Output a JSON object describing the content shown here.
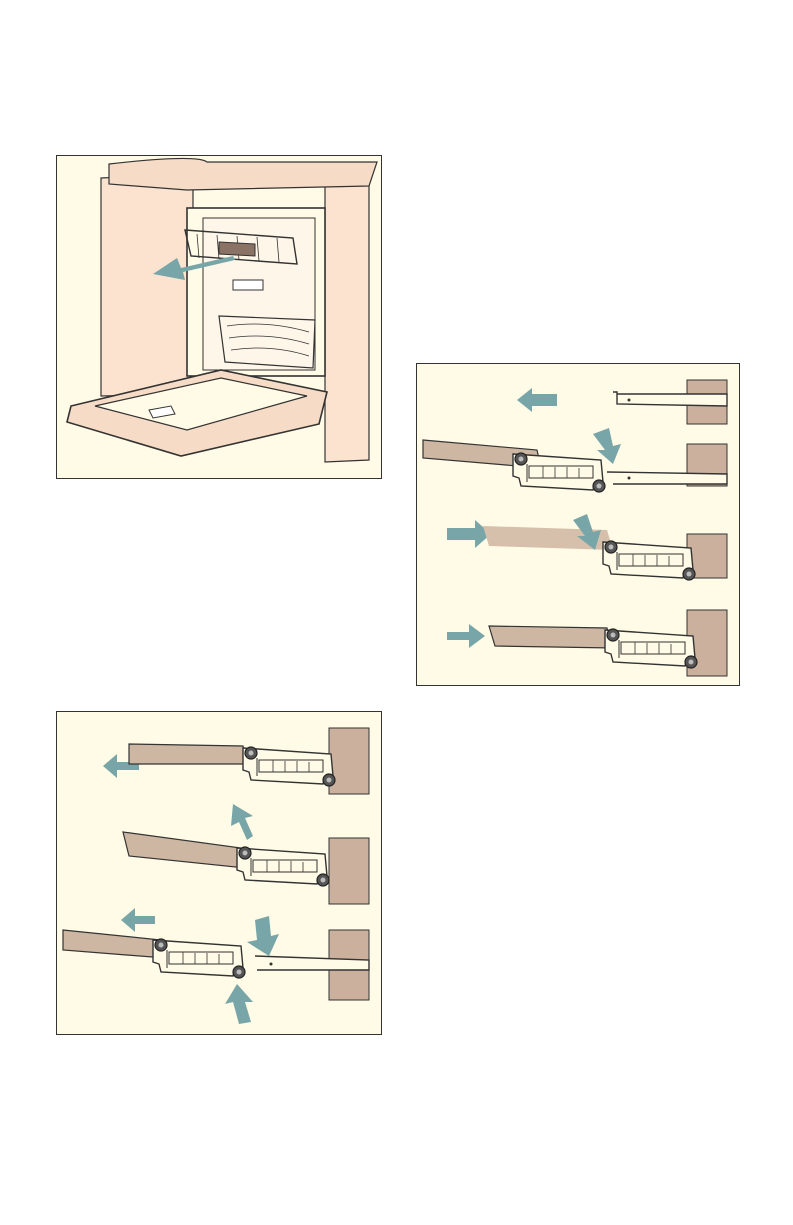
{
  "colors": {
    "panel_background": "#fffbe6",
    "arrow": "#78a6a8",
    "basket_panel": "#cdb7a3",
    "rail_shadow": "#d6c0ab",
    "wall": "#cbb19d",
    "outline": "#333333"
  },
  "figures": [
    {
      "name": "dishwasher-upper-basket-removal",
      "arrows": [
        "pull-out-left"
      ]
    },
    {
      "name": "rail-attach-sequence",
      "arrows": [
        "left",
        "down",
        "right",
        "down",
        "right"
      ]
    },
    {
      "name": "rail-remove-sequence",
      "arrows": [
        "left",
        "up",
        "left",
        "down",
        "up"
      ]
    }
  ],
  "icons": [
    "arrow-left-icon",
    "arrow-down-icon",
    "arrow-right-icon",
    "arrow-up-icon"
  ]
}
